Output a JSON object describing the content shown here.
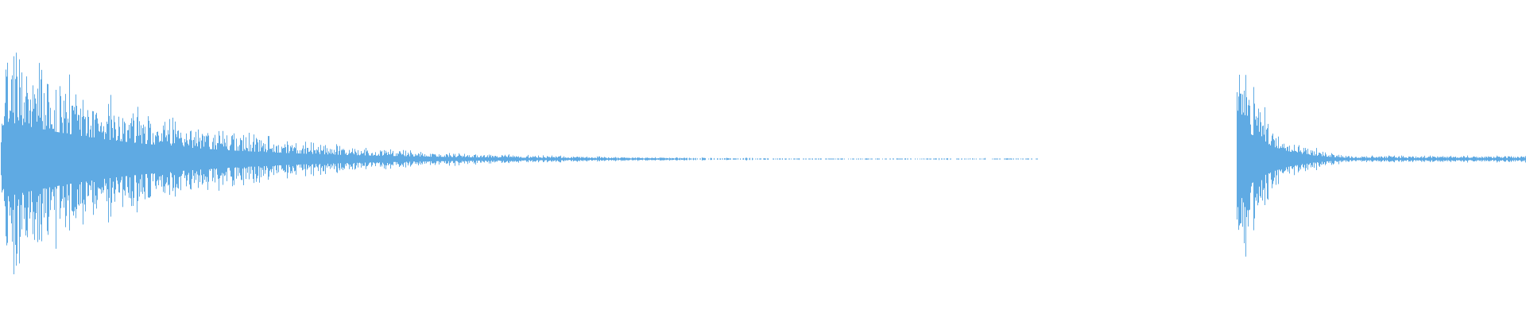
{
  "waveform": {
    "color": "#5FAAE3",
    "background": "#FFFFFF",
    "duration_fraction_note": "",
    "segments": [
      {
        "id": "hit-1",
        "start": 0.0,
        "end": 0.68,
        "peak": 0.77,
        "attack": 0.004,
        "decay_rate": 6.8,
        "noise_floor": 0.004,
        "density": 1.0
      },
      {
        "id": "hit-2",
        "start": 0.81,
        "end": 1.0,
        "peak": 0.77,
        "attack": 0.003,
        "decay_rate": 9.0,
        "noise_floor": 0.02,
        "density": 1.0
      }
    ]
  }
}
